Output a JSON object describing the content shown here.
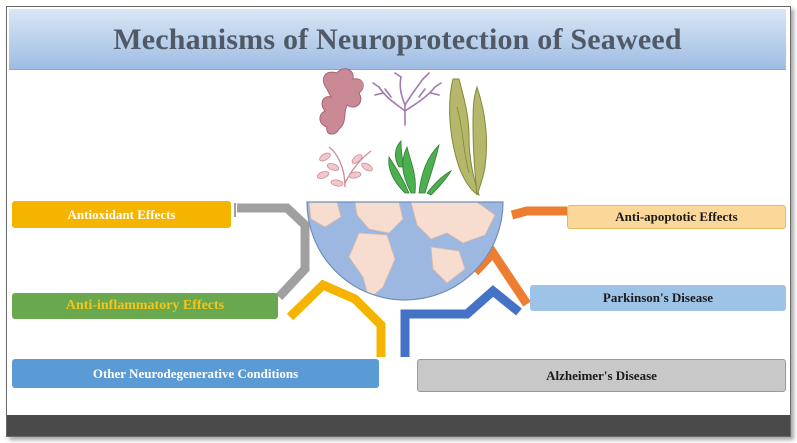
{
  "title": "Mechanisms of Neuroprotection of Seaweed",
  "mechanisms": {
    "antioxidant": "Antioxidant Effects",
    "anti_inflammatory": "Anti-inflammatory Effects",
    "other_neuro": "Other Neurodegenerative Conditions",
    "anti_apoptotic": "Anti-apoptotic Effects",
    "parkinsons": "Parkinson's Disease",
    "alzheimers": "Alzheimer's Disease"
  },
  "colors": {
    "antioxidant": "#f5b400",
    "anti_inflammatory": "#6aa84f",
    "other_neuro": "#5b9bd5",
    "anti_apoptotic": "#fbd89a",
    "parkinsons": "#9dc3e6",
    "alzheimers": "#c8c8c8",
    "connector_gray": "#a0a0a0",
    "connector_yellow": "#f5b400",
    "connector_blue": "#4472c4",
    "connector_orange": "#ed7d31",
    "globe_ocean": "#9db8e0",
    "globe_land": "#f7ddd0"
  }
}
